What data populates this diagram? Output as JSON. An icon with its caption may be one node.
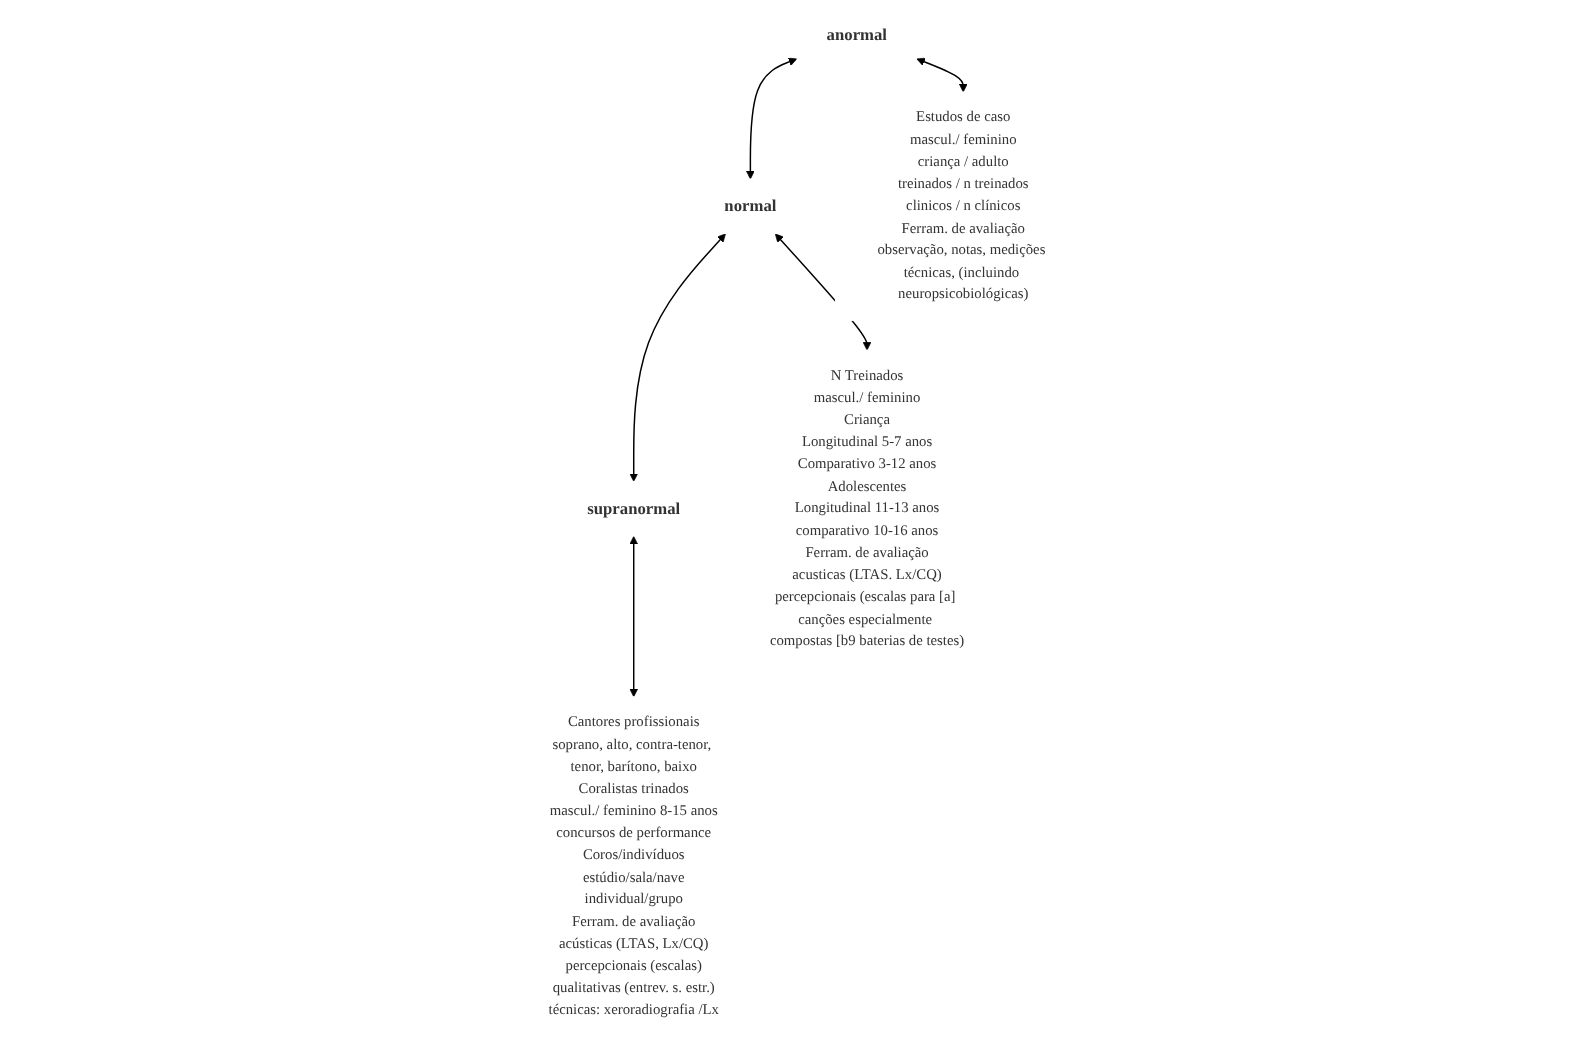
{
  "diagram": {
    "nodes": [
      {
        "text": [
          "anormal"
        ]
      },
      {
        "text": [
          "normal"
        ]
      },
      {
        "text": [
          "supranormal"
        ]
      },
      {
        "text": [
          "Estudos de caso",
          "mascul./ feminino",
          "criança / adulto",
          "treinados / n treinados",
          "clinicos / n clínicos",
          "Ferram. de avaliação",
          "observação, notas, medições técnicas, (incluindo neuropsicobiológicas)"
        ]
      },
      {
        "text": [
          "N Treinados",
          "mascul./ feminino",
          "Criança",
          "Longitudinal 5-7 anos",
          "Comparativo 3-12 anos",
          "Adolescentes",
          "Longitudinal 11-13 anos",
          "comparativo 10-16 anos",
          "Ferram. de avaliação",
          "acusticas (LTAS. Lx/CQ)",
          "percepcionais (escalas para [a] canções especialmente compostas [b9 baterias de testes)"
        ]
      },
      {
        "text": [
          "Cantores profissionais",
          "soprano, alto, contra-tenor, tenor, barítono, baixo",
          "Coralistas trinados",
          "mascul./ feminino 8-15 anos",
          "concursos de performance",
          "Coros/indivíduos",
          "estúdio/sala/nave",
          "individual/grupo",
          "Ferram. de avaliação",
          "acústicas (LTAS, Lx/CQ)",
          "percepcionais (escalas)",
          "qualitativas (entrev. s. estr.)",
          "técnicas: xeroradiografia /Lx"
        ]
      }
    ],
    "edges": [
      {
        "from": 0,
        "to": 1,
        "arrow": "both"
      },
      {
        "from": 1,
        "to": 2,
        "arrow": "both"
      },
      {
        "from": 0,
        "to": 3,
        "arrow": "both"
      },
      {
        "from": 1,
        "to": 4,
        "arrow": "both"
      },
      {
        "from": 2,
        "to": 5,
        "arrow": "both"
      }
    ]
  }
}
